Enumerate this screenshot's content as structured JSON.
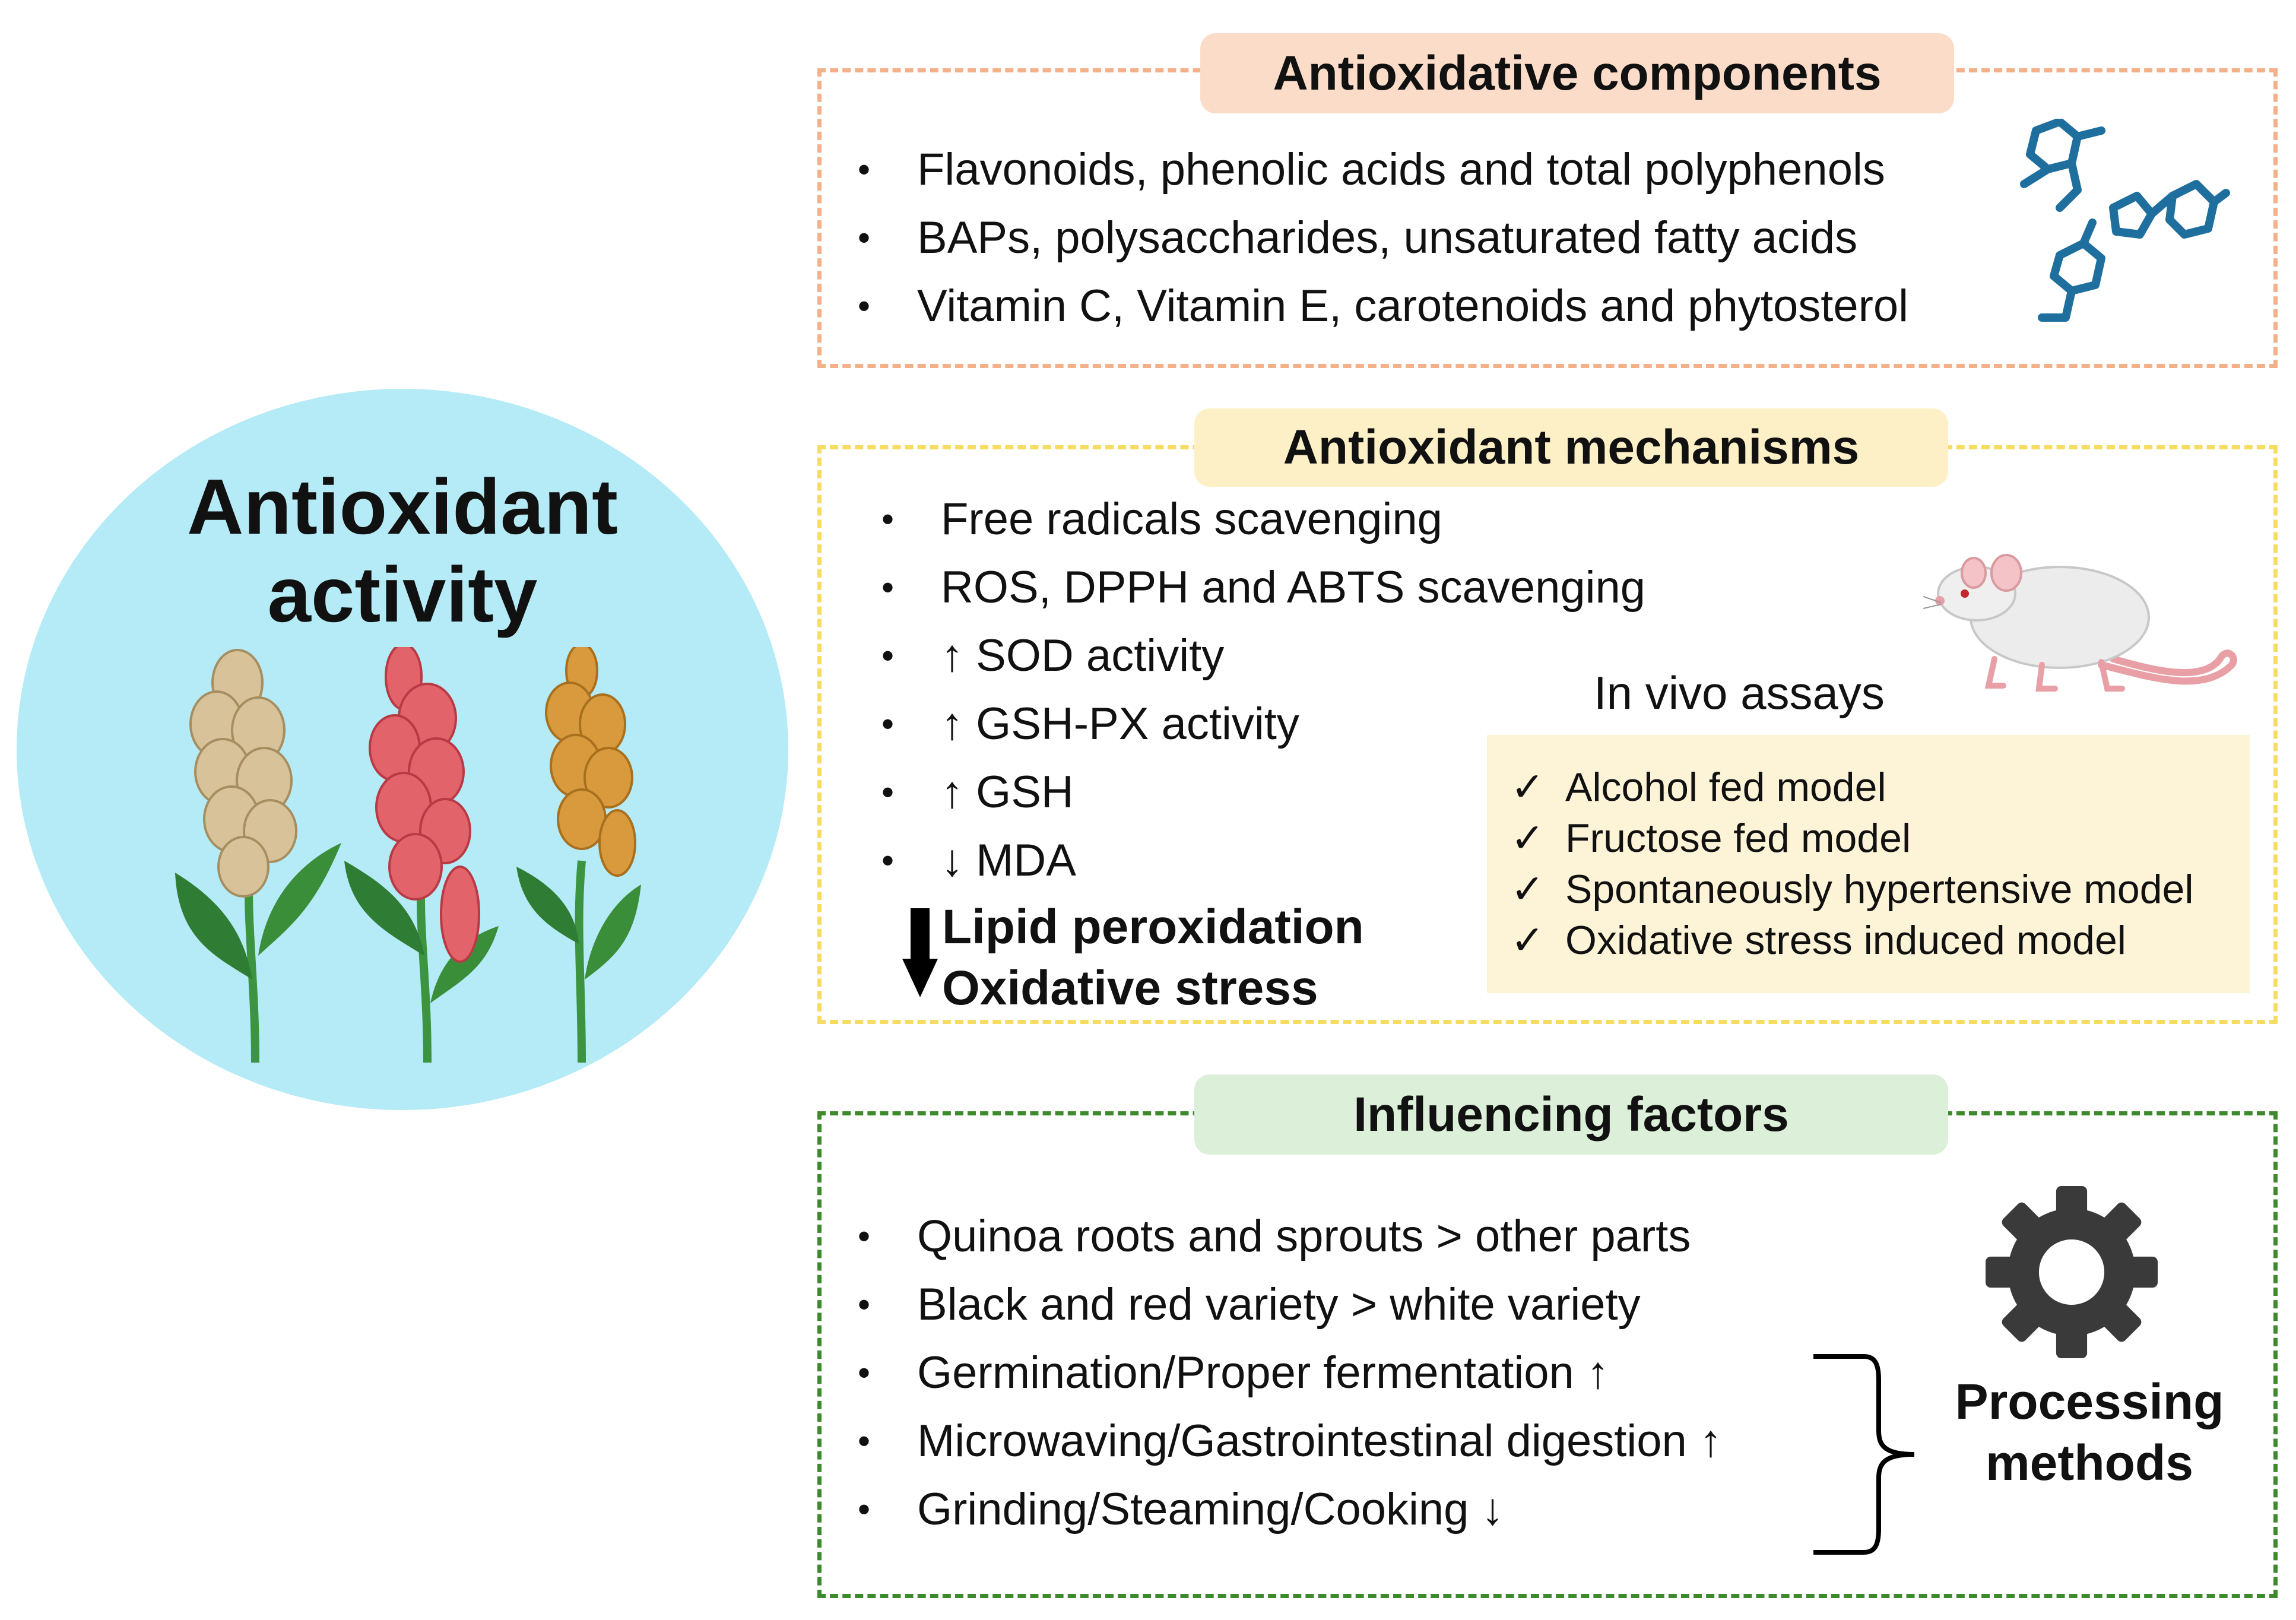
{
  "circle": {
    "title_line1": "Antioxidant",
    "title_line2": "activity",
    "background_color": "#b4ebf6",
    "plant_colors": [
      "#d8c29a",
      "#e2636a",
      "#d89a3c"
    ]
  },
  "components": {
    "title": "Antioxidative components",
    "items": [
      "Flavonoids, phenolic acids and total polyphenols",
      "BAPs, polysaccharides, unsaturated fatty acids",
      "Vitamin C, Vitamin E, carotenoids and phytosterol"
    ],
    "icon": "molecule-icon",
    "border_color": "#f3b089",
    "tab_color": "#fbdcc9"
  },
  "mechanisms": {
    "title": "Antioxidant mechanisms",
    "items": [
      "Free radicals scavenging",
      "ROS, DPPH and ABTS scavenging",
      "↑ SOD activity",
      "↑ GSH-PX activity",
      "↑ GSH",
      "↓ MDA"
    ],
    "outcome_line1": "Lipid peroxidation",
    "outcome_line2": "Oxidative stress",
    "border_color": "#f6dd62",
    "tab_color": "#fdf0c7",
    "invivo": {
      "title": "In vivo assays",
      "icon": "mouse-icon",
      "check_mark": "✓",
      "models": [
        "Alcohol fed model",
        "Fructose fed model",
        "Spontaneously hypertensive model",
        "Oxidative stress induced model"
      ]
    }
  },
  "factors": {
    "title": "Influencing factors",
    "items": [
      "Quinoa roots and sprouts > other parts",
      "Black and red variety > white variety",
      "Germination/Proper fermentation ↑",
      "Microwaving/Gastrointestinal digestion ↑",
      "Grinding/Steaming/Cooking ↓"
    ],
    "processing_line1": "Processing",
    "processing_line2": "methods",
    "icon": "gear-icon",
    "border_color": "#3d8a2c",
    "tab_color": "#dcefd8"
  }
}
